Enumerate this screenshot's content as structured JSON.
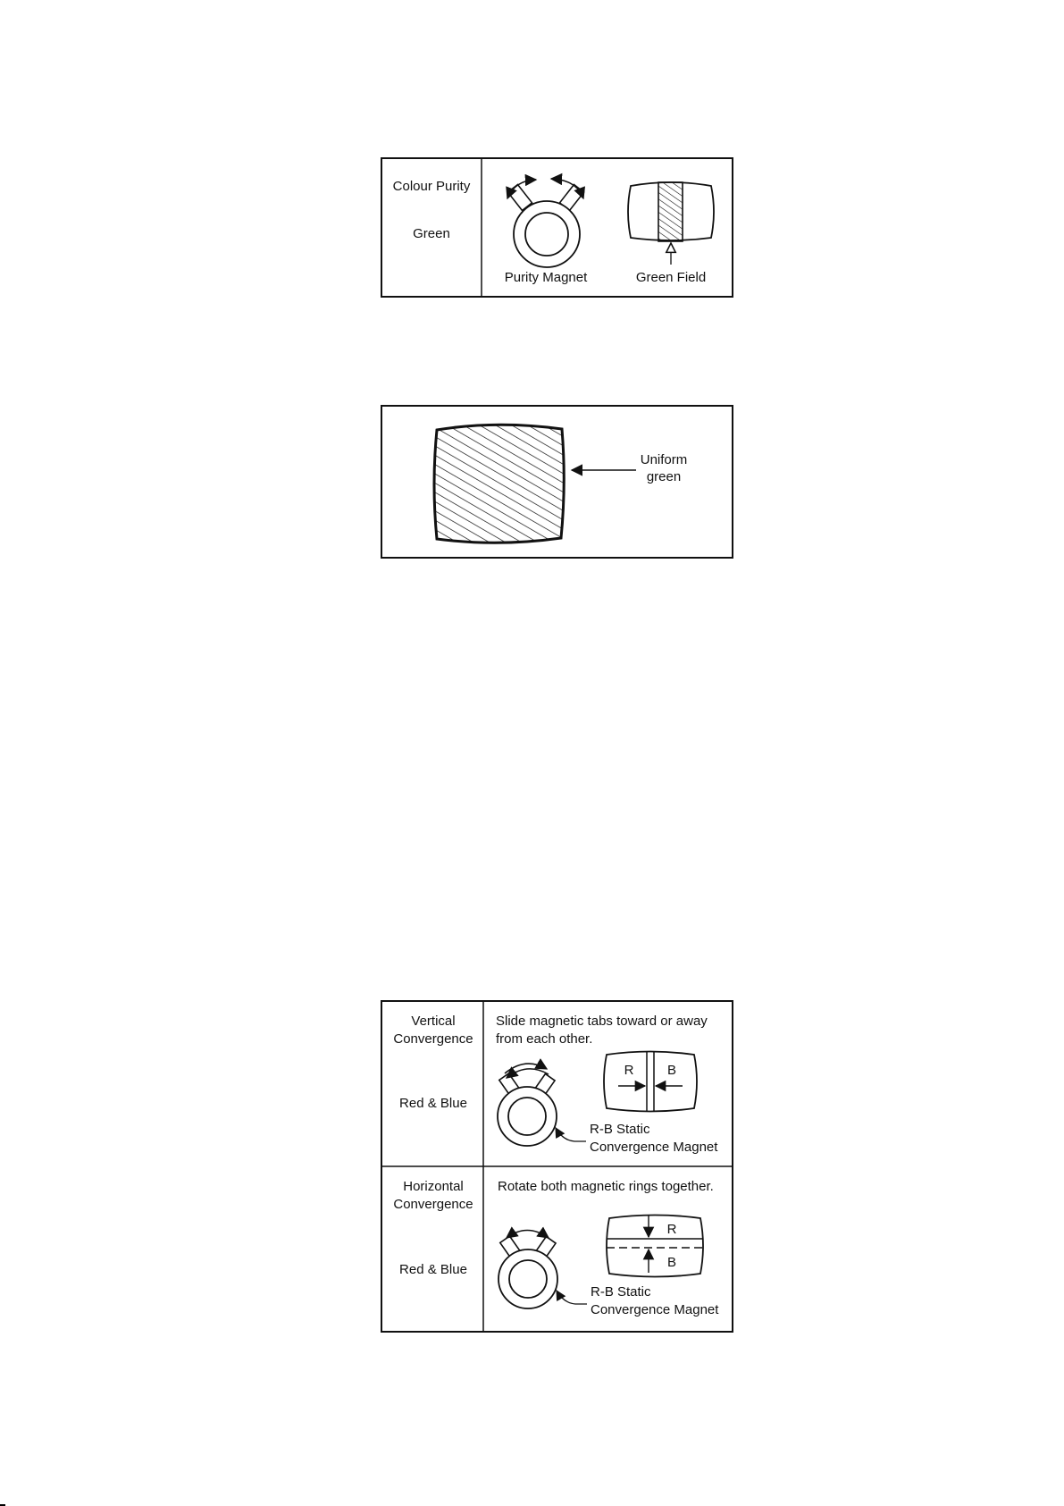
{
  "colour_purity_box": {
    "title": "Colour Purity",
    "colour": "Green",
    "magnet_caption": "Purity Magnet",
    "field_caption": "Green Field"
  },
  "uniform_box": {
    "label_line1": "Uniform",
    "label_line2": "green"
  },
  "convergence_box": {
    "vertical": {
      "title_line1": "Vertical",
      "title_line2": "Convergence",
      "colour": "Red & Blue",
      "instruction_line1": "Slide magnetic tabs toward or away",
      "instruction_line2": "from each other.",
      "marker_left": "R",
      "marker_right": "B",
      "magnet_line1": "R-B Static",
      "magnet_line2": "Convergence Magnet"
    },
    "horizontal": {
      "title_line1": "Horizontal",
      "title_line2": "Convergence",
      "colour": "Red & Blue",
      "instruction": "Rotate both magnetic rings together.",
      "marker_top": "R",
      "marker_bottom": "B",
      "magnet_line1": "R-B Static",
      "magnet_line2": "Convergence Magnet"
    }
  }
}
